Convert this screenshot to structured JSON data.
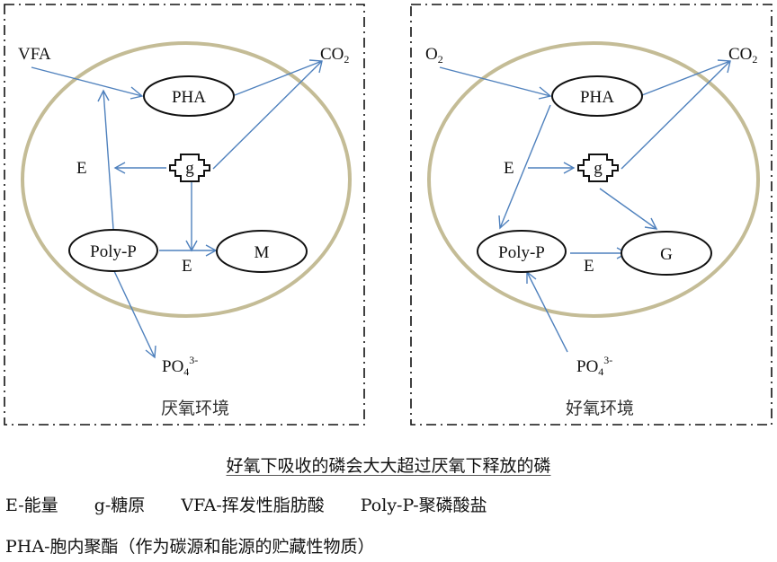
{
  "panels": [
    {
      "id": "anaerobic",
      "caption": "厌氧环境",
      "inputs": {
        "vfa": "VFA",
        "co2_main": "CO",
        "co2_sub": "2",
        "po4_main": "PO",
        "po4_sub": "4",
        "po4_sup": "3-"
      },
      "nodes": {
        "pha": "PHA",
        "glycogen": "g",
        "polyp": "Poly-P",
        "m": "M"
      },
      "energy_labels": [
        "E",
        "E"
      ]
    },
    {
      "id": "aerobic",
      "caption": "好氧环境",
      "inputs": {
        "o2_main": "O",
        "o2_sub": "2",
        "co2_main": "CO",
        "co2_sub": "2",
        "po4_main": "PO",
        "po4_sub": "4",
        "po4_sup": "3-"
      },
      "nodes": {
        "pha": "PHA",
        "glycogen": "g",
        "polyp": "Poly-P",
        "g_growth": "G"
      },
      "energy_labels": [
        "E",
        "E"
      ]
    }
  ],
  "summary": "好氧下吸收的磷会大大超过厌氧下释放的磷",
  "legend": {
    "row1": [
      "E-能量",
      "g-糖原",
      "VFA-挥发性脂肪酸",
      "Poly-P-聚磷酸盐"
    ],
    "row2": "PHA-胞内聚酯（作为碳源和能源的贮藏性物质）"
  },
  "colors": {
    "arrow": "#4F81BD",
    "cell_membrane": "#C4BC96",
    "node_border": "#111111",
    "frame": "#111111"
  }
}
